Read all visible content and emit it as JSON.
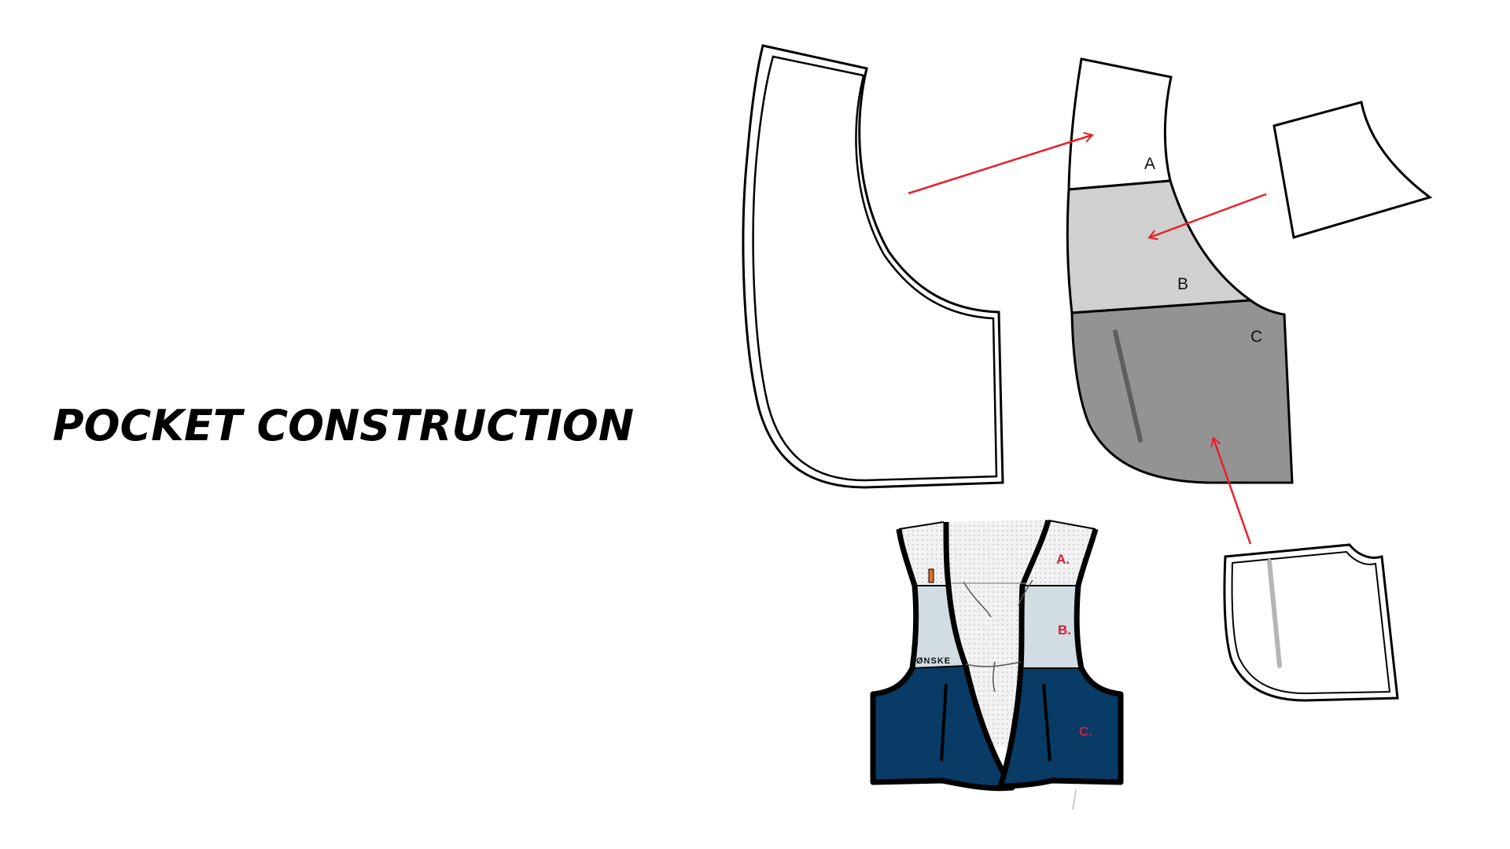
{
  "page": {
    "title": "POCKET CONSTRUCTION"
  },
  "pattern": {
    "section_labels": [
      "A",
      "B",
      "C"
    ],
    "colors": {
      "panel_a": "#ffffff",
      "panel_b": "#d0d0d0",
      "panel_c": "#939393",
      "arrow": "#e8202a",
      "outline": "#000000"
    }
  },
  "vest": {
    "labels": [
      "A.",
      "B.",
      "C."
    ],
    "brand": "ØNSKE",
    "colors": {
      "mesh": "#eeeeee",
      "panel_b": "#d2dde3",
      "panel_c": "#083b66",
      "label": "#d21f3c"
    }
  }
}
